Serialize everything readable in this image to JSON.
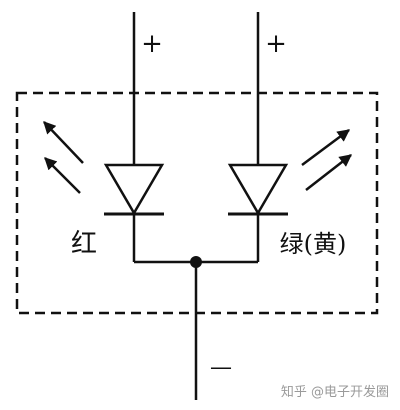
{
  "diagram": {
    "labels": {
      "plus_left": "+",
      "plus_right": "+",
      "minus": "—",
      "red": "红",
      "green_yellow": "绿(黄)"
    },
    "watermark": "知乎 @电子开发圈",
    "colors": {
      "stroke": "#111111",
      "background": "#ffffff",
      "watermark": "#9a9a9a"
    }
  }
}
